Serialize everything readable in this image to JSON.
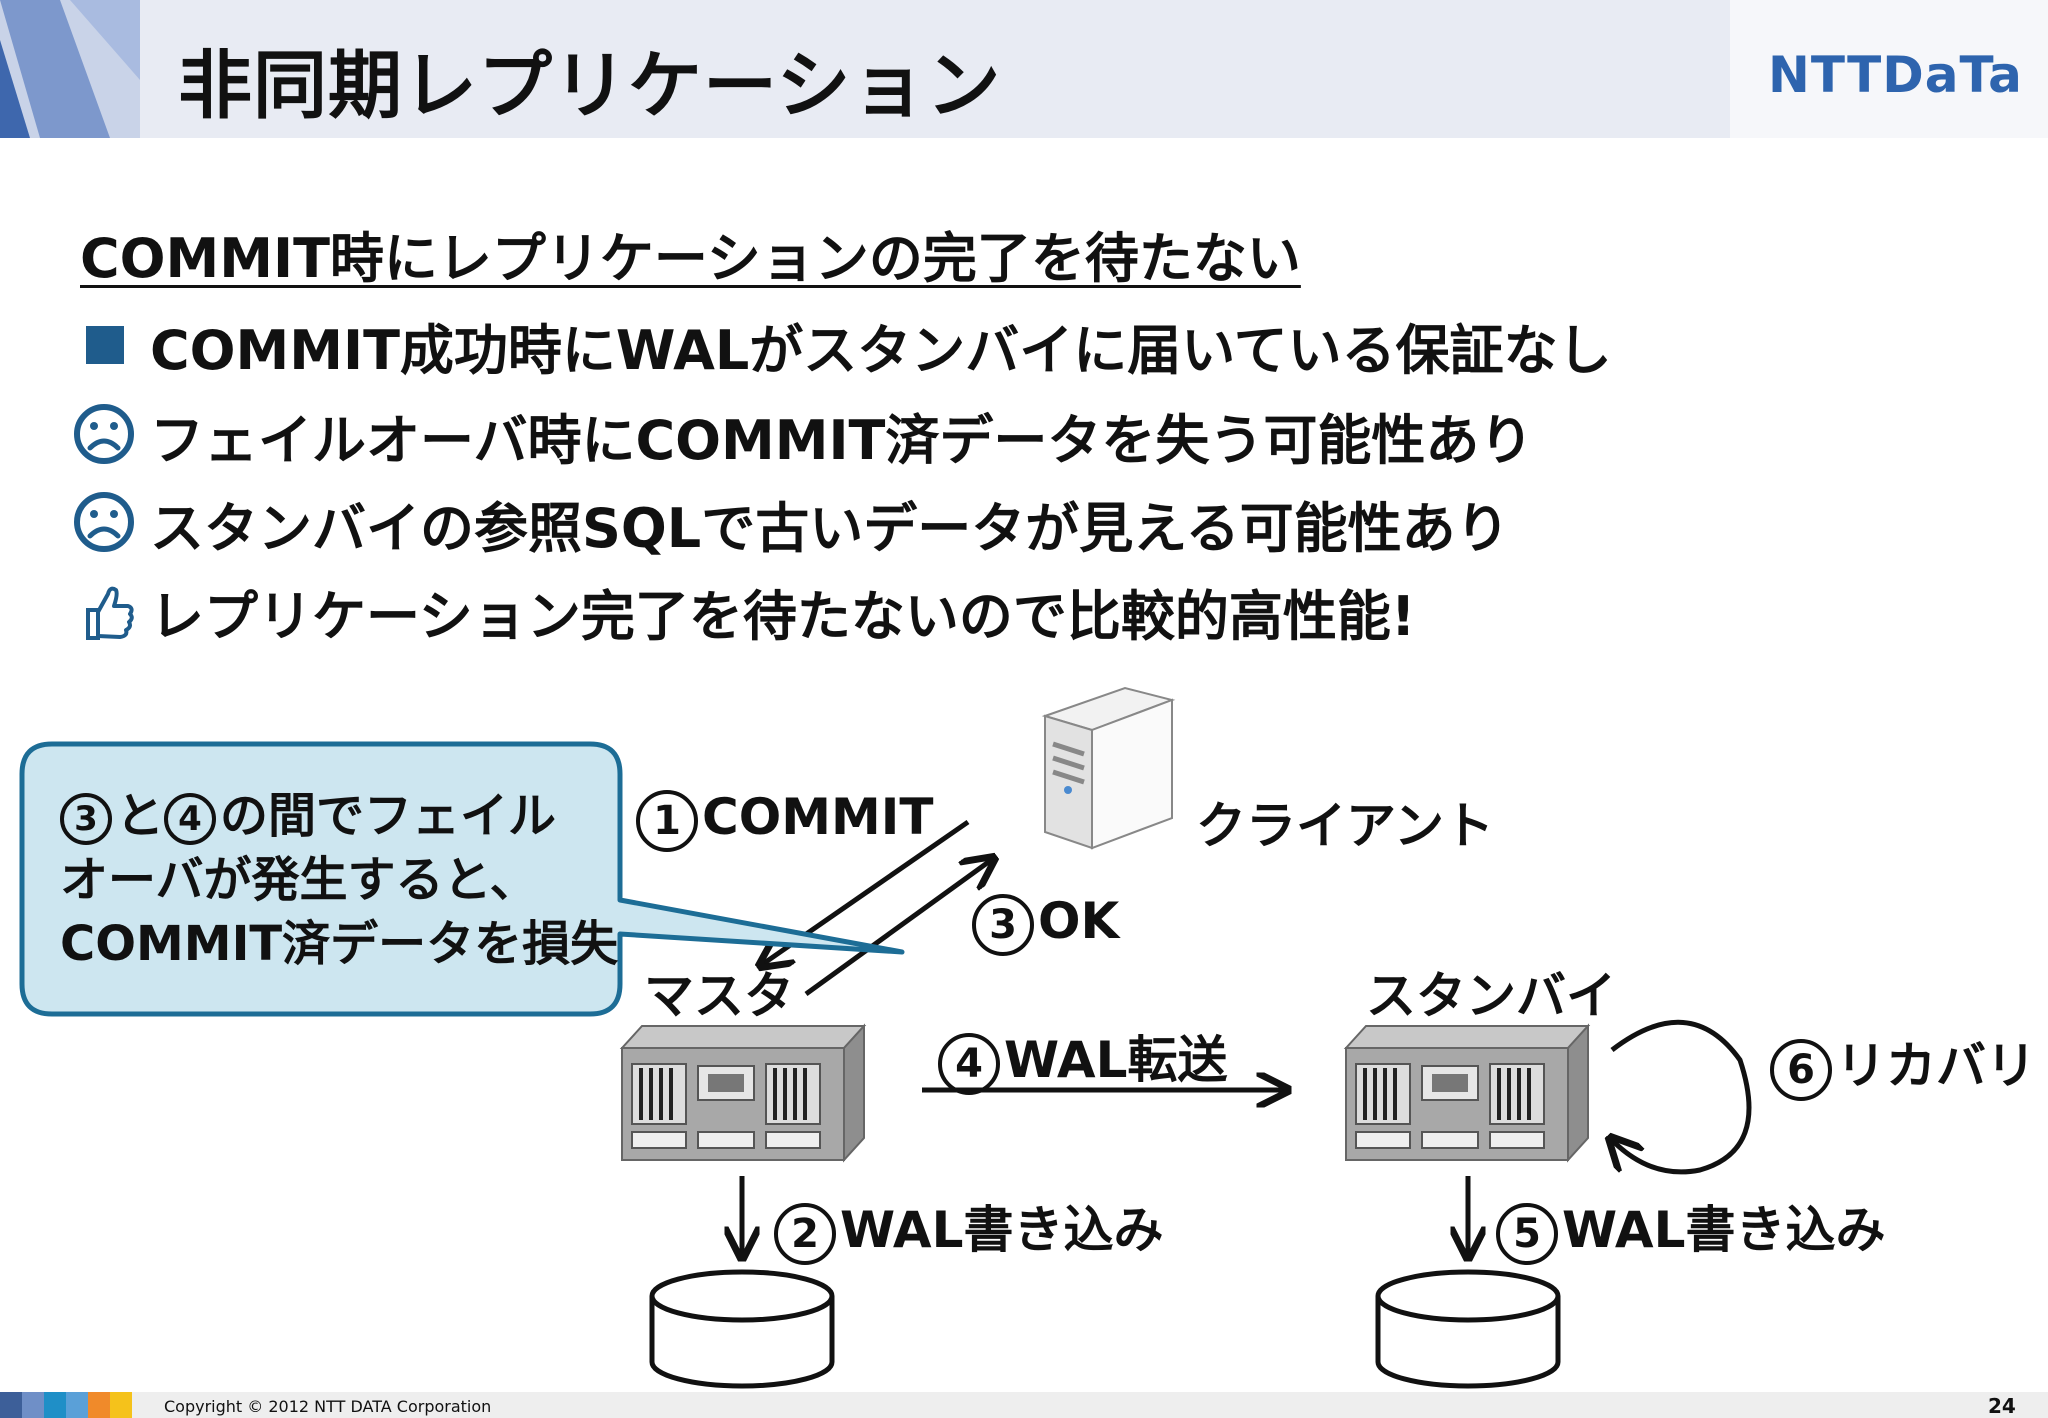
{
  "header": {
    "title": "非同期レプリケーション",
    "logo": "NTTDaTa"
  },
  "subhead": "COMMIT時にレプリケーションの完了を待たない",
  "bullets": [
    {
      "icon": "square-bullet-icon",
      "text": "COMMIT成功時にWALがスタンバイに届いている保証なし"
    },
    {
      "icon": "sad-face-icon",
      "text": "フェイルオーバ時にCOMMIT済データを失う可能性あり"
    },
    {
      "icon": "sad-face-icon",
      "text": "スタンバイの参照SQLで古いデータが見える可能性あり"
    },
    {
      "icon": "thumbs-up-icon",
      "text": "レプリケーション完了を待たないので比較的高性能!"
    }
  ],
  "callout": {
    "num1": "3",
    "mid": "と",
    "num2": "4",
    "line1_rest": "の間でフェイル",
    "line2": "オーバが発生すると、",
    "line3": "COMMIT済データを損失"
  },
  "diagram": {
    "client_label": "クライアント",
    "master_label": "マスタ",
    "standby_label": "スタンバイ",
    "step1": {
      "num": "1",
      "text": "COMMIT"
    },
    "step2": {
      "num": "2",
      "text": "WAL書き込み"
    },
    "step3": {
      "num": "3",
      "text": "OK"
    },
    "step4": {
      "num": "4",
      "text": "WAL転送"
    },
    "step5": {
      "num": "5",
      "text": "WAL書き込み"
    },
    "step6": {
      "num": "6",
      "text": "リカバリ"
    }
  },
  "footer": {
    "copyright": "Copyright © 2012 NTT DATA Corporation",
    "page": "24"
  },
  "colors": {
    "accent": "#1f5c8c",
    "callout_fill": "#cde6f0",
    "callout_border": "#1d6d96",
    "logo": "#2e64ae"
  }
}
